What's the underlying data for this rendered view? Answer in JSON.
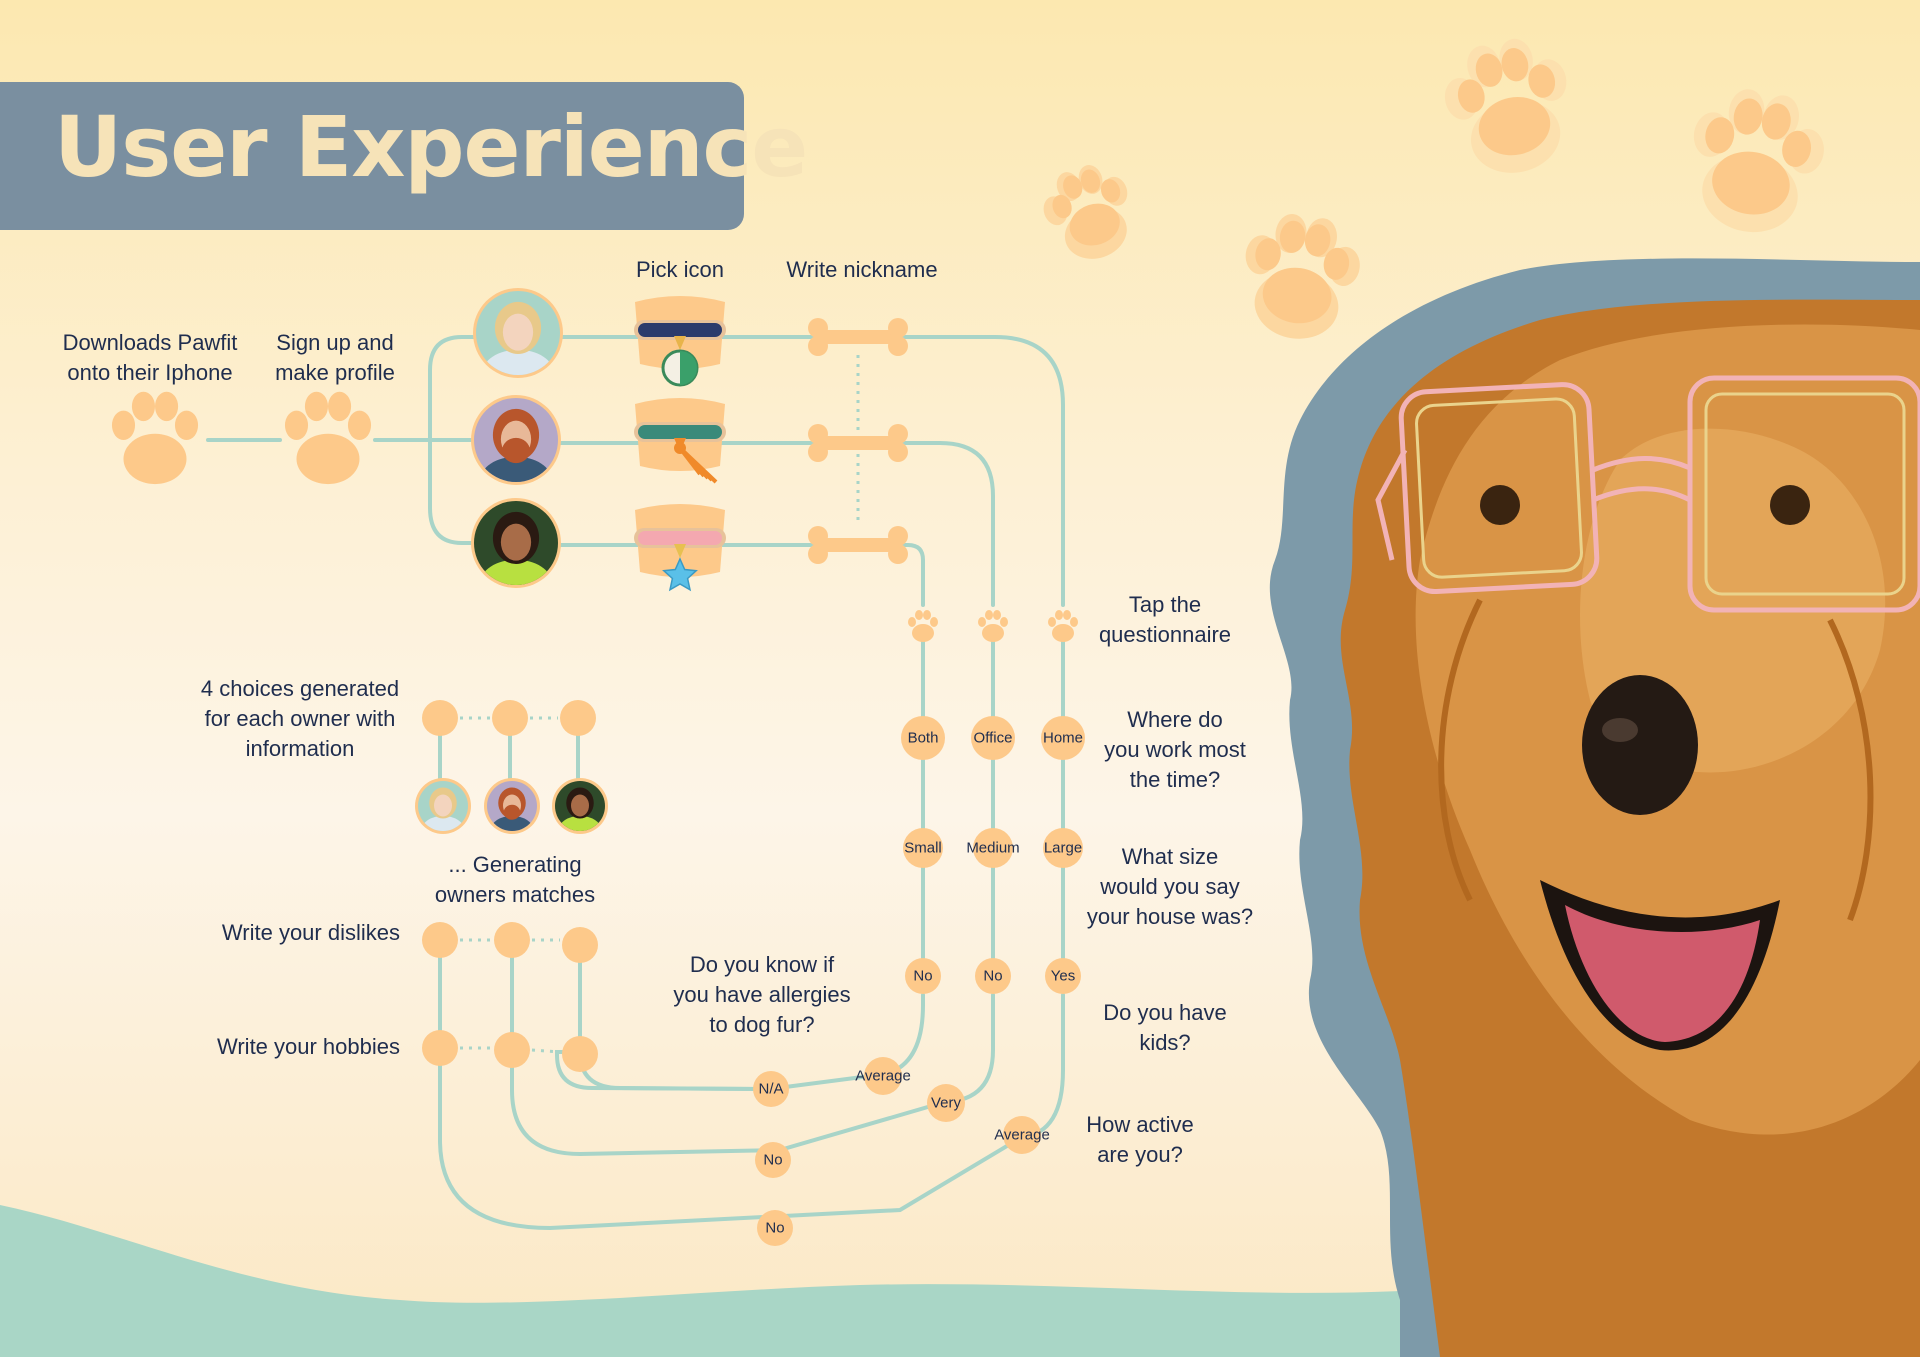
{
  "title": "User Experience",
  "colors": {
    "title_bar": "#7a8fa0",
    "title_text": "#f6e3b8",
    "line": "#a8d4c8",
    "node": "#fdc98c",
    "text": "#1f2d4e",
    "paw_bg": "#fcc98a",
    "ground": "#a9d6c6",
    "dog_backdrop": "#7d9aa9",
    "glasses": "#f2b3b6"
  },
  "steps": {
    "download": "Downloads Pawfit\nonto their Iphone",
    "signup": "Sign up and\nmake profile",
    "pick_icon": "Pick icon",
    "write_nickname": "Write nickname",
    "tap_questionnaire": "Tap the\nquestionnaire",
    "q_work": "Where do\nyou work most\nthe time?",
    "q_house": "What size\nwould you say\nyour house was?",
    "q_kids": "Do you have\nkids?",
    "q_active": "How active\nare you?",
    "q_allergies": "Do you know if\nyou have allergies\nto dog fur?",
    "write_hobbies": "Write your hobbies",
    "write_dislikes": "Write your dislikes",
    "generating": "... Generating\nowners matches",
    "choices": "4 choices generated\nfor each owner with\ninformation"
  },
  "answers": {
    "work": [
      "Both",
      "Office",
      "Home"
    ],
    "house": [
      "Small",
      "Medium",
      "Large"
    ],
    "kids": [
      "No",
      "No",
      "Yes"
    ],
    "active": [
      "Average",
      "Very",
      "Average"
    ],
    "allergies": [
      "N/A",
      "No",
      "No"
    ]
  },
  "profiles": [
    {
      "name": "blonde-woman",
      "bg": "#a8d4c8",
      "hair": "#e8c98a",
      "skin": "#f3d4be",
      "shirt": "#dce8f0",
      "beard": false
    },
    {
      "name": "bearded-man",
      "bg": "#b4a8c8",
      "hair": "#b8562c",
      "skin": "#e8b898",
      "shirt": "#3a5a78",
      "beard": true
    },
    {
      "name": "curly-woman",
      "bg": "#2e4a2a",
      "hair": "#2a1a12",
      "skin": "#a86c48",
      "shirt": "#b8e040",
      "beard": false
    }
  ],
  "collars": [
    {
      "band": "#2b3b6c",
      "accent": "#e8b44a",
      "tag": "ball-icon"
    },
    {
      "band": "#3a8a7a",
      "accent": "#f08a2a",
      "tag": "tassel-icon"
    },
    {
      "band": "#f4a8b0",
      "accent": "#e8c050",
      "tag": "star-icon"
    }
  ]
}
